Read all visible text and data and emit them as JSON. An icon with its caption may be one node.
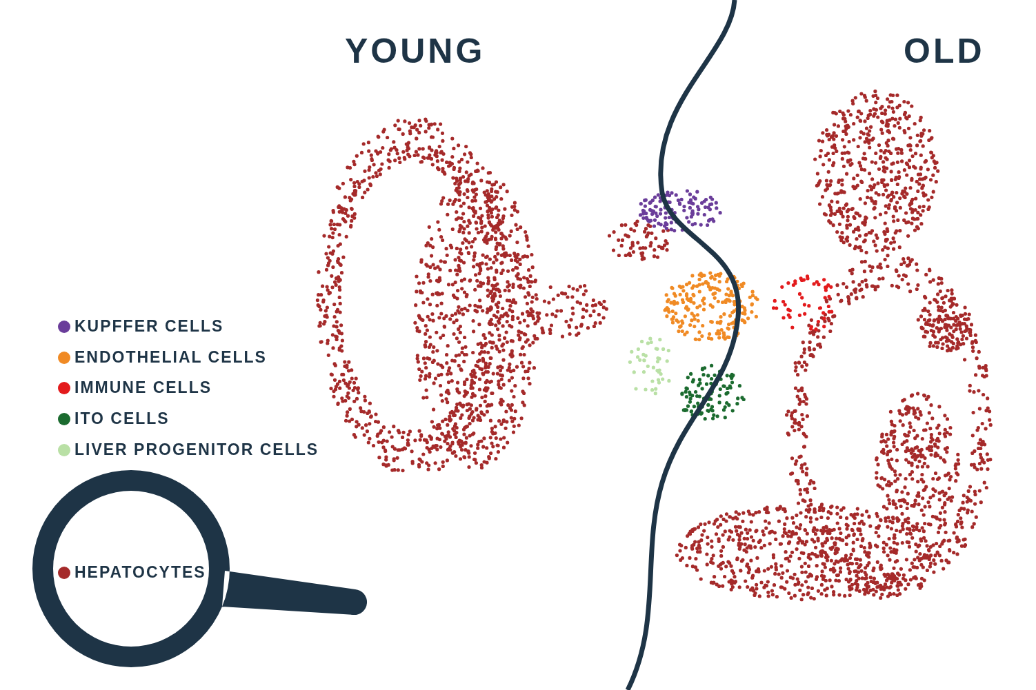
{
  "diagram": {
    "labels": [
      "YOUNG",
      "OLD"
    ],
    "legend": [
      {
        "text": "KUPFFER CELLS",
        "color": "#6a3d9a"
      },
      {
        "text": "ENDOTHELIAL CELLS",
        "color": "#f08a24"
      },
      {
        "text": "IMMUNE CELLS",
        "color": "#e31a1c"
      },
      {
        "text": "ITO CELLS",
        "color": "#1b6b2f"
      },
      {
        "text": "LIVER PROGENITOR CELLS",
        "color": "#b9e0a5"
      },
      {
        "text": "HEPATOCYTES",
        "color": "#a52a2a"
      }
    ]
  }
}
